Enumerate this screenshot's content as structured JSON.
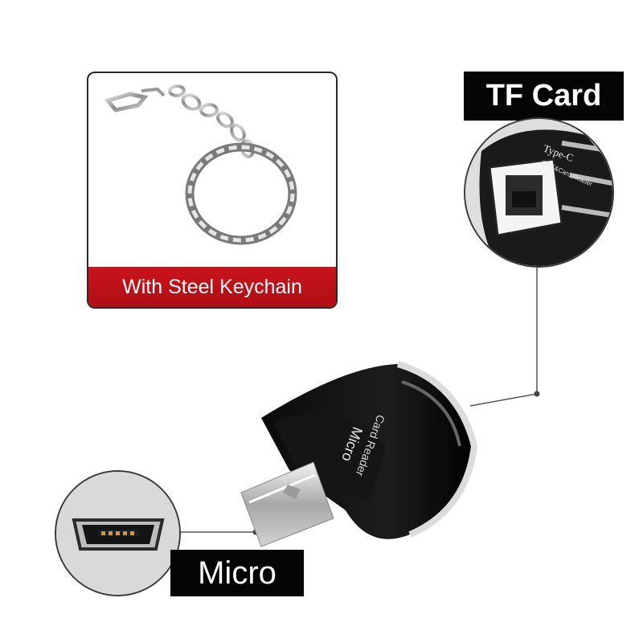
{
  "keychain": {
    "caption": "With Steel Keychain"
  },
  "labels": {
    "tf_card": "TF Card",
    "micro": "Micro"
  },
  "product": {
    "print_line_1": "Micro",
    "print_line_2": "Card Reader",
    "detail_print_1": "Type-C",
    "detail_print_2": "OTG&Card Reader"
  }
}
